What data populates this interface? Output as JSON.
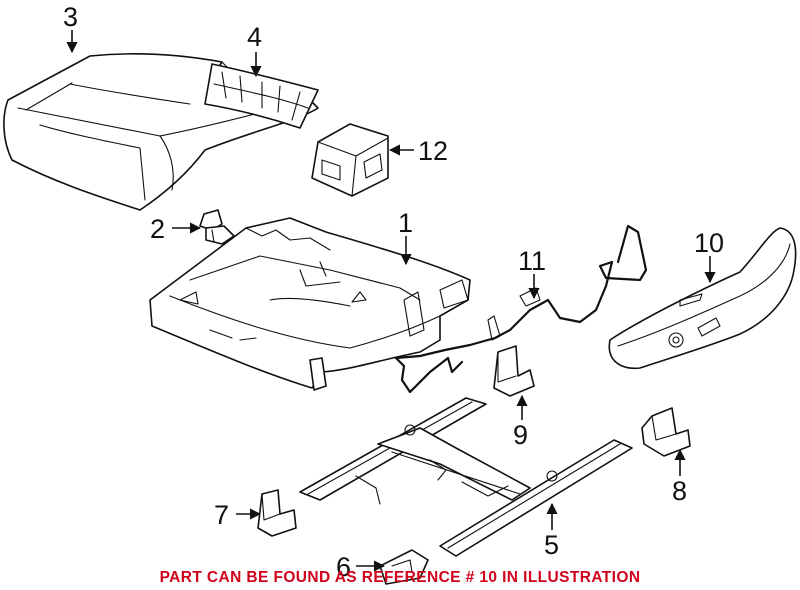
{
  "callouts": {
    "c1": "1",
    "c2": "2",
    "c3": "3",
    "c4": "4",
    "c5": "5",
    "c6": "6",
    "c7": "7",
    "c8": "8",
    "c9": "9",
    "c10": "10",
    "c11": "11",
    "c12": "12"
  },
  "notice": {
    "text": "PART CAN BE FOUND AS REFERENCE # 10 IN ILLUSTRATION",
    "color": "#d0021b"
  }
}
